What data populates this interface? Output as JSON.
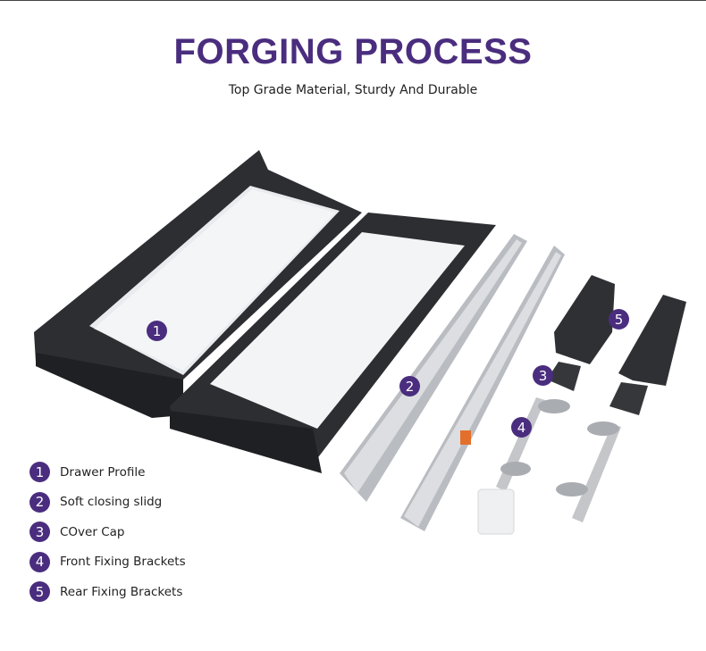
{
  "header": {
    "title": "FORGING PROCESS",
    "subtitle": "Top Grade Material, Sturdy And Durable"
  },
  "legend": [
    {
      "num": "1",
      "label": "Drawer Profile"
    },
    {
      "num": "2",
      "label": "Soft closing slidg"
    },
    {
      "num": "3",
      "label": "COver Cap"
    },
    {
      "num": "4",
      "label": "Front Fixing Brackets"
    },
    {
      "num": "5",
      "label": "Rear Fixing Brackets"
    }
  ],
  "colors": {
    "accent": "#4a2d7e",
    "metal_dark": "#2e2f33",
    "metal_light": "#c9cbcf"
  }
}
